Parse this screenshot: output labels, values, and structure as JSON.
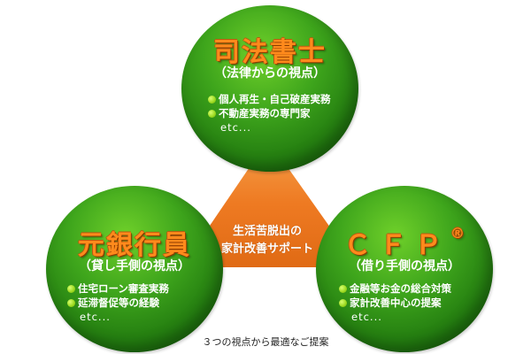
{
  "colors": {
    "circle": "#2f8f16",
    "title_orange": "#ff8a1c",
    "triangle": "#f07a22",
    "text": "#ffffff"
  },
  "top": {
    "title": "司法書士",
    "subtitle": "（法律からの視点）",
    "items": [
      "個人再生・自己破産実務",
      "不動産実務の専門家"
    ],
    "etc": "etc..."
  },
  "left": {
    "title": "元銀行員",
    "subtitle": "（貸し手側の視点）",
    "items": [
      "住宅ローン審査実務",
      "延滞督促等の経験"
    ],
    "etc": "etc..."
  },
  "right": {
    "title": "ＣＦＰ",
    "title_mark": "®",
    "subtitle": "（借り手側の視点）",
    "items": [
      "金融等お金の総合対策",
      "家計改善中心の提案"
    ],
    "etc": "etc..."
  },
  "center": {
    "line1": "生活苦脱出の",
    "line2": "家計改善サポート"
  },
  "caption": "３つの視点から最適なご提案"
}
